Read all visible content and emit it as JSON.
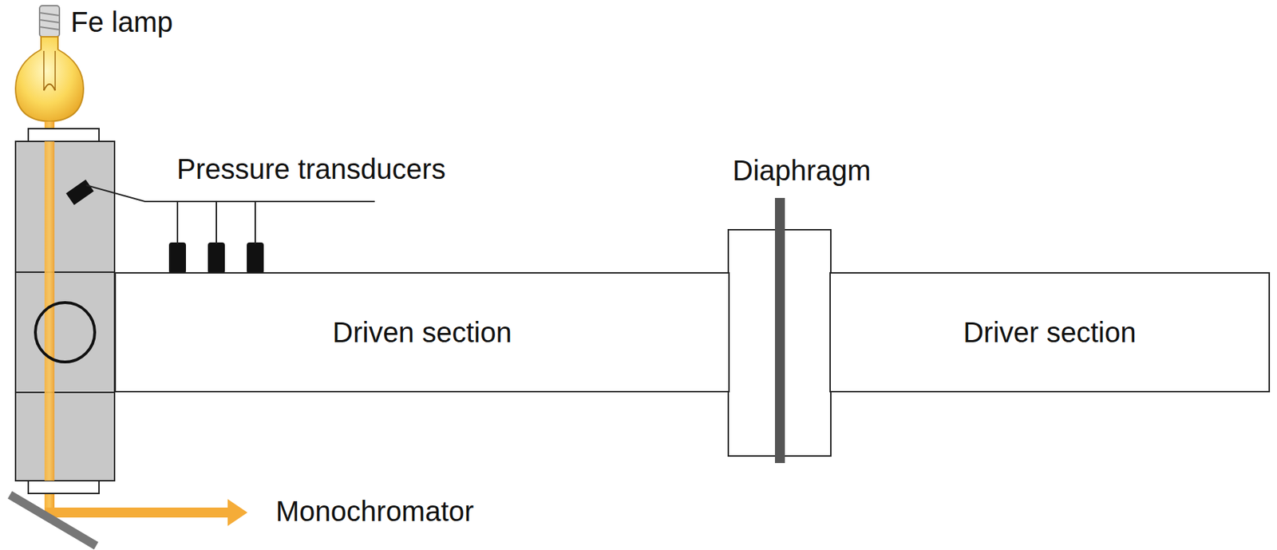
{
  "diagram": {
    "nodes": [
      {
        "text": [
          "Driven section"
        ]
      },
      {
        "text": [
          "Driver section"
        ]
      }
    ],
    "labels": [
      "Fe lamp",
      "Pressure transducers",
      "Diaphragm",
      "Monochromator"
    ]
  }
}
